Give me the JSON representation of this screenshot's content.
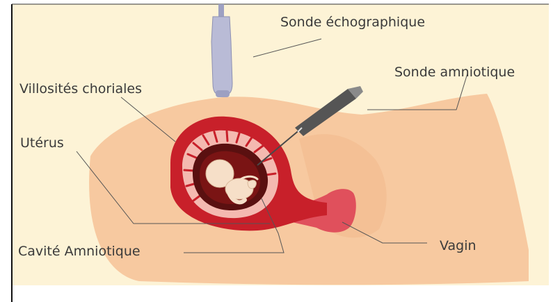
{
  "labels": {
    "sonde_echographique": "Sonde échographique",
    "sonde_amniotique": "Sonde amniotique",
    "villosites_choriales": "Villosités choriales",
    "uterus": "Utérus",
    "cavite_amniotique": "Cavité Amniotique",
    "vagin": "Vagin"
  },
  "colors": {
    "background": "#fdf3d6",
    "body": "#f7c9a0",
    "uterus_wall": "#c8202a",
    "villi": "#f4b9b0",
    "amnion": "#5a1010",
    "fetus": "#f6dfc8",
    "vagina": "#e0505c",
    "probe": "#b9bbd6",
    "needle": "#4a4a4a"
  }
}
